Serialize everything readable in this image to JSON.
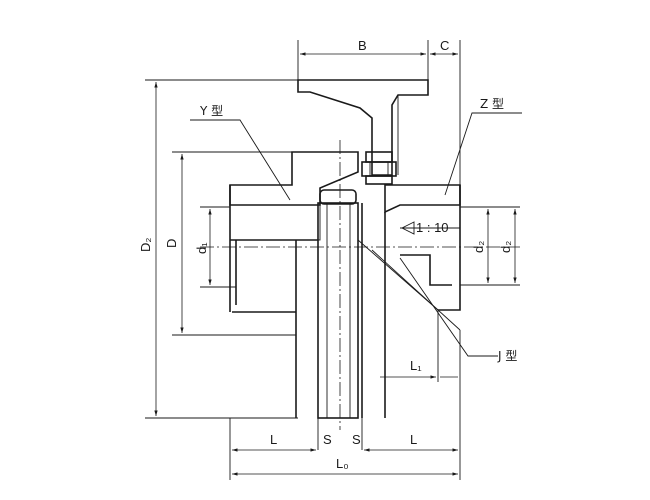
{
  "labels": {
    "B": "B",
    "C": "C",
    "D2": "D₂",
    "D": "D",
    "d1": "d₁",
    "d2": "d₂",
    "d_z": "d₂",
    "type_y": "Y 型",
    "type_z": "Z 型",
    "type_j": "J 型",
    "taper": "1 : 10",
    "L_left": "L",
    "S_left": "S",
    "S_right": "S",
    "L_right": "L",
    "L1": "L₁",
    "L0": "L₀"
  }
}
